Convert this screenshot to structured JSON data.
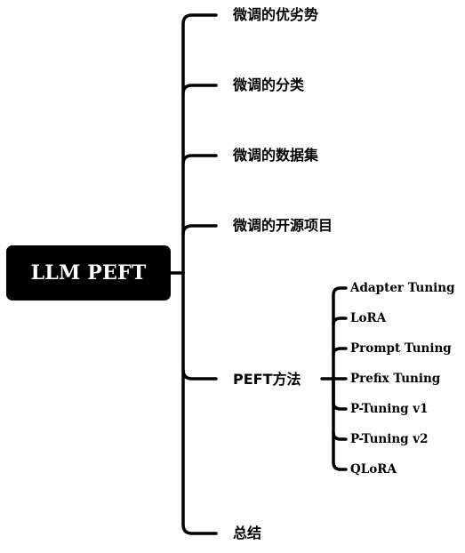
{
  "root": {
    "label": "LLM PEFT"
  },
  "branches": [
    {
      "label": "微调的优劣势"
    },
    {
      "label": "微调的分类"
    },
    {
      "label": "微调的数据集"
    },
    {
      "label": "微调的开源项目"
    },
    {
      "label": "PEFT方法"
    },
    {
      "label": "总结"
    }
  ],
  "peft_methods": [
    {
      "label": "Adapter Tuning"
    },
    {
      "label": "LoRA"
    },
    {
      "label": "Prompt Tuning"
    },
    {
      "label": "Prefix Tuning"
    },
    {
      "label": "P-Tuning v1"
    },
    {
      "label": "P-Tuning v2"
    },
    {
      "label": "QLoRA"
    }
  ]
}
